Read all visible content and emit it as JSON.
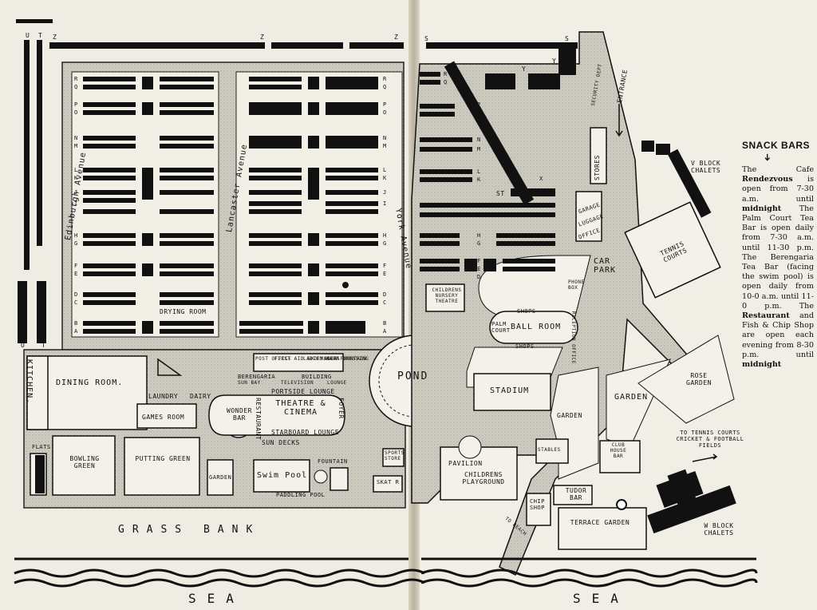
{
  "map": {
    "avenues": [
      "Edinburgh Avenue",
      "Lancaster Avenue",
      "York Avenue"
    ],
    "left_page": {
      "facilities": {
        "dining_room": "DINING ROOM.",
        "kitchen": "KITCHEN.",
        "laundry": "LAUNDRY",
        "dairy": "DAIRY",
        "games_room": "GAMES ROOM",
        "bowling_green": "BOWLING GREEN",
        "putting_green": "PUTTING GREEN",
        "garden": "GARDEN",
        "flats": "FLATS",
        "swim_pool": "Swim Pool",
        "fountain": "FOUNTAIN",
        "paddling_pool": "PADDLING POOL",
        "drying_room": "DRYING ROOM",
        "post_office": "POST OFFICE",
        "first_aid": "FIRST AID SHOEMAKERS",
        "ladies_hairdressing": "LADIES HAIR DRESSING",
        "soda_fountain": "SODA FOUNTAIN",
        "berengaria": "BERENGARIA",
        "sun_bay": "SUN BAY",
        "television": "TELEVISION",
        "building": "BUILDING",
        "lounge": "LOUNGE",
        "wonder_bar": "WONDER BAR",
        "restaurant": "RESTAURANT",
        "portside_lounge": "PORTSIDE LOUNGE",
        "theatre_cinema": "THEATRE & CINEMA",
        "starboard_lounge": "STARBOARD LOUNGE",
        "foyer": "FOYER",
        "sun_decks": "SUN DECKS",
        "skating_rink": "SKAT R",
        "grass_bank": "GRASS BANK",
        "sea": "SEA"
      },
      "top_letters": [
        "U",
        "T",
        "Z",
        "Z",
        "Z"
      ],
      "bottom_letters": [
        "U",
        "T"
      ],
      "row_letters_left": [
        "R",
        "Q",
        "P",
        "O",
        "N",
        "M",
        "L",
        "K",
        "J",
        "I",
        "H",
        "G",
        "F",
        "E",
        "D",
        "C",
        "B",
        "A"
      ],
      "row_letters_mid": [
        "R",
        "Q",
        "P",
        "O",
        "N",
        "M",
        "L",
        "K",
        "J",
        "I",
        "H",
        "G",
        "F",
        "E",
        "D",
        "C",
        "B",
        "A"
      ]
    },
    "right_page": {
      "facilities": {
        "entrance": "ENTRANCE",
        "security_dept": "SECURITY DEPT",
        "stores": "STORES",
        "garage": "GARAGE",
        "luggage": "LUGGAGE",
        "office": "OFFICE",
        "car_park": "CAR PARK",
        "phone_box": "PHONE BOX",
        "childrens_nursery": "CHILDRENS NURSERY THEATRE",
        "palm_court": "PALM COURT",
        "ballroom": "BALL ROOM",
        "shops_top": "SHOPS",
        "shops_bottom": "SHOPS",
        "reception": "RECEPTION OFFICE",
        "pond": "POND",
        "stadium": "STADIUM",
        "garden": "GARDEN",
        "garden2": "GARDEN",
        "stables": "STABLES",
        "club_house": "CLUB HOUSE BAR",
        "pavilion": "PAVILION",
        "childrens_playground": "CHILDRENS PLAYGROUND",
        "sports_store": "SPORTS STORE",
        "tudor_bar": "TUDOR BAR",
        "chip_shop": "CHIP SHOP",
        "terrace_garden": "TERRACE GARDEN",
        "to_beach": "TO BEACH",
        "tennis_courts": "TENNIS COURTS",
        "rose_garden": "ROSE GARDEN",
        "v_block": "V BLOCK CHALETS",
        "w_block": "W BLOCK CHALETS",
        "to_tennis": "TO TENNIS COURTS CRICKET & FOOTBALL FIELDS",
        "st": "ST",
        "x": "X",
        "sea": "SEA"
      },
      "top_letters": [
        "S",
        "S",
        "Y",
        "Y"
      ],
      "row_letters": [
        "R",
        "Q",
        "P",
        "O",
        "N",
        "M",
        "L",
        "K",
        "J",
        "I",
        "H",
        "G",
        "F",
        "E",
        "D"
      ]
    }
  },
  "snack_bars": {
    "title": "SNACK BARS",
    "arrow": "➔",
    "paragraphs": [
      {
        "lead": "The Cafe ",
        "bold": "Rendezvous",
        "rest": " is open from 7-30 a.m. until "
      },
      {
        "bold2": "midnight"
      },
      {
        "text": "The Palm Court Tea Bar is open daily from 7-30 a.m. until 11-30 p.m. The Berengaria Tea Bar (facing the swim pool) is open daily from 10-0 a.m. until 11-0 p.m. The "
      },
      {
        "bold3": "Restaurant"
      },
      {
        "text2": " and Fish & Chip Shop are open each evening from 8-30 p.m. until "
      },
      {
        "bold4": "midnight"
      }
    ]
  },
  "colors": {
    "paper": "#efece3",
    "road": "#c9c6bc",
    "ink": "#111111",
    "grass": "#e6e2d6"
  }
}
